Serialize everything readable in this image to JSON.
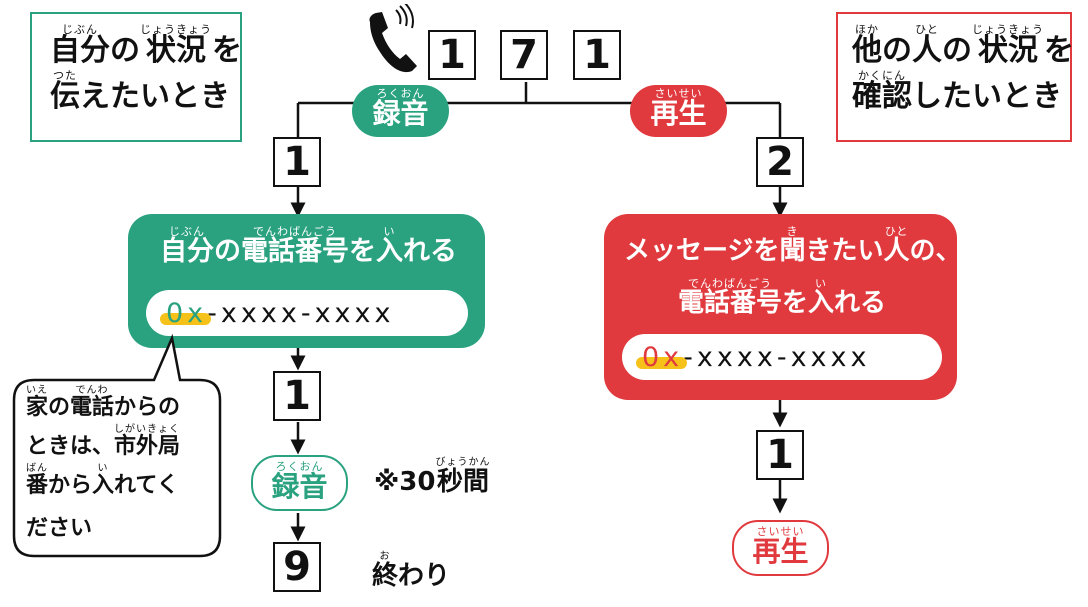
{
  "phone_number_digits": [
    "1",
    "7",
    "1"
  ],
  "left_header": {
    "line1": [
      {
        "base": "自分",
        "ruby": "じぶん"
      },
      {
        "base": "の",
        "ruby": ""
      },
      {
        "base": "状況",
        "ruby": "じょうきょう"
      },
      {
        "base": "を",
        "ruby": ""
      }
    ],
    "line2": [
      {
        "base": "伝",
        "ruby": "つた"
      },
      {
        "base": "えたいとき",
        "ruby": ""
      }
    ],
    "color": "#2aa27f"
  },
  "right_header": {
    "line1": [
      {
        "base": "他",
        "ruby": "ほか"
      },
      {
        "base": "の",
        "ruby": ""
      },
      {
        "base": "人",
        "ruby": "ひと"
      },
      {
        "base": "の",
        "ruby": ""
      },
      {
        "base": "状況",
        "ruby": "じょうきょう"
      },
      {
        "base": "を",
        "ruby": ""
      }
    ],
    "line2": [
      {
        "base": "確認",
        "ruby": "かくにん"
      },
      {
        "base": "したいとき",
        "ruby": ""
      }
    ],
    "color": "#e03a3e"
  },
  "branches": {
    "record": {
      "label": "録音",
      "ruby": "ろくおん",
      "color": "#2aa27f",
      "digit": "1"
    },
    "play": {
      "label": "再生",
      "ruby": "さいせい",
      "color": "#e03a3e",
      "digit": "2"
    }
  },
  "left_panel": {
    "title": [
      {
        "base": "自分",
        "ruby": "じぶん"
      },
      {
        "base": "の",
        "ruby": ""
      },
      {
        "base": "電話番号",
        "ruby": "でんわばんごう"
      },
      {
        "base": "を",
        "ruby": ""
      },
      {
        "base": "入",
        "ruby": "い"
      },
      {
        "base": "れる",
        "ruby": ""
      }
    ],
    "number_prefix": "0x",
    "number_rest": "-xxxx-xxxx"
  },
  "right_panel": {
    "title1": [
      {
        "base": "メッセージを",
        "ruby": ""
      },
      {
        "base": "聞",
        "ruby": "き"
      },
      {
        "base": "きたい",
        "ruby": ""
      },
      {
        "base": "人",
        "ruby": "ひと"
      },
      {
        "base": "の、",
        "ruby": ""
      }
    ],
    "title2": [
      {
        "base": "電話番号",
        "ruby": "でんわばんごう"
      },
      {
        "base": "を",
        "ruby": ""
      },
      {
        "base": "入",
        "ruby": "い"
      },
      {
        "base": "れる",
        "ruby": ""
      }
    ],
    "number_prefix": "0x",
    "number_rest": "-xxxx-xxxx"
  },
  "left_steps": {
    "digit1": "1",
    "record_label": "録音",
    "record_ruby": "ろくおん",
    "duration": [
      {
        "base": "※30 ",
        "ruby": ""
      },
      {
        "base": "秒間",
        "ruby": "びょうかん"
      }
    ],
    "digit2": "9",
    "end": [
      {
        "base": "終",
        "ruby": "お"
      },
      {
        "base": "わり",
        "ruby": ""
      }
    ]
  },
  "right_steps": {
    "digit1": "1",
    "play_label": "再生",
    "play_ruby": "さいせい"
  },
  "callout": {
    "line1": [
      {
        "base": "家",
        "ruby": "いえ"
      },
      {
        "base": "の",
        "ruby": ""
      },
      {
        "base": "電話",
        "ruby": "でんわ"
      },
      {
        "base": "からの",
        "ruby": ""
      }
    ],
    "line2": [
      {
        "base": "ときは、",
        "ruby": ""
      },
      {
        "base": "市外局",
        "ruby": "しがいきょく"
      }
    ],
    "line3": [
      {
        "base": "番",
        "ruby": "ばん"
      },
      {
        "base": "から",
        "ruby": ""
      },
      {
        "base": "入",
        "ruby": "い"
      },
      {
        "base": "れてく",
        "ruby": ""
      }
    ],
    "line4": [
      {
        "base": "ださい",
        "ruby": ""
      }
    ]
  },
  "icons": {
    "phone": "phone-ringing-icon"
  }
}
